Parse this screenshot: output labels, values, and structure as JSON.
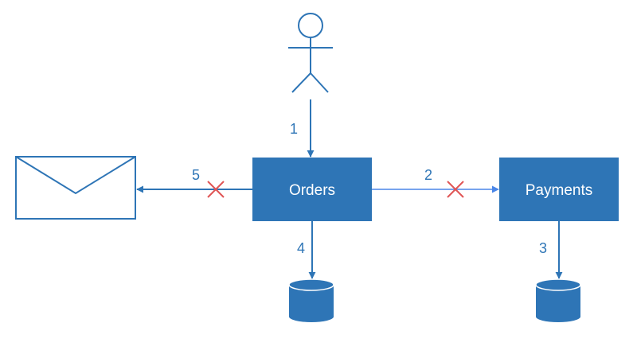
{
  "colors": {
    "primary": "#2e75b6",
    "arrow_light": "#4a86e8",
    "failure": "#e05555",
    "service_text": "#ffffff",
    "background": "#ffffff"
  },
  "nodes": {
    "actor": {
      "icon": "user-stick-figure-icon"
    },
    "orders": {
      "label": "Orders"
    },
    "payments": {
      "label": "Payments"
    },
    "email": {
      "icon": "envelope-icon"
    },
    "orders_db": {
      "icon": "database-icon"
    },
    "payments_db": {
      "icon": "database-icon"
    }
  },
  "edges": [
    {
      "label": "1",
      "from": "actor",
      "to": "orders",
      "failed": false
    },
    {
      "label": "2",
      "from": "orders",
      "to": "payments",
      "failed": true
    },
    {
      "label": "3",
      "from": "payments",
      "to": "payments_db",
      "failed": false
    },
    {
      "label": "4",
      "from": "orders",
      "to": "orders_db",
      "failed": false
    },
    {
      "label": "5",
      "from": "orders",
      "to": "email",
      "failed": true
    }
  ]
}
